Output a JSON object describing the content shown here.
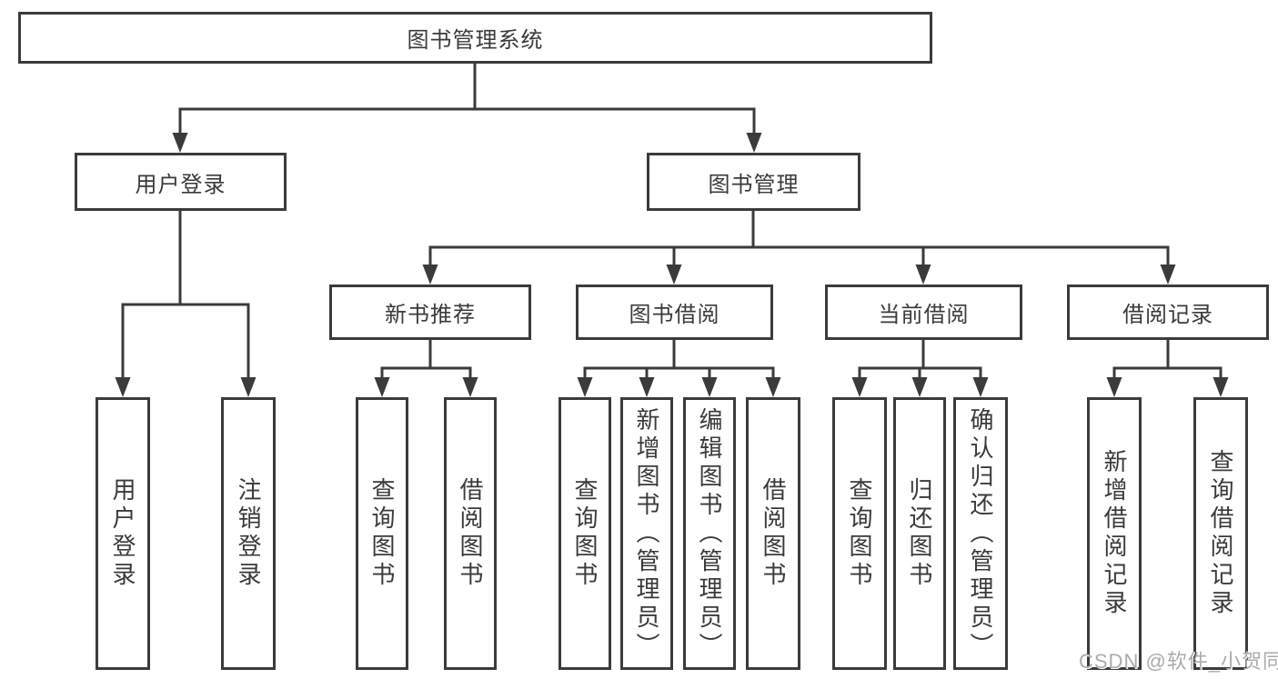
{
  "diagram_type": "hierarchy-tree",
  "colors": {
    "line": "#3b3b3b",
    "box_border": "#3b3b3b",
    "box_background": "#ffffff",
    "text": "#3a3a3a",
    "watermark": "#ababab",
    "background": "#ffffff"
  },
  "nodes": {
    "root": {
      "label": "图书管理系统"
    },
    "level2": [
      {
        "label": "用户登录"
      },
      {
        "label": "图书管理"
      }
    ],
    "level3": [
      {
        "label": "新书推荐",
        "parent": "图书管理"
      },
      {
        "label": "图书借阅",
        "parent": "图书管理"
      },
      {
        "label": "当前借阅",
        "parent": "图书管理"
      },
      {
        "label": "借阅记录",
        "parent": "图书管理"
      }
    ],
    "leaves": [
      {
        "label": "用户登录",
        "parent": "用户登录"
      },
      {
        "label": "注销登录",
        "parent": "用户登录"
      },
      {
        "label": "查询图书",
        "parent": "新书推荐"
      },
      {
        "label": "借阅图书",
        "parent": "新书推荐"
      },
      {
        "label": "查询图书",
        "parent": "图书借阅"
      },
      {
        "label": "新增图书（管理员）",
        "parent": "图书借阅"
      },
      {
        "label": "编辑图书（管理员）",
        "parent": "图书借阅"
      },
      {
        "label": "借阅图书",
        "parent": "图书借阅"
      },
      {
        "label": "查询图书",
        "parent": "当前借阅"
      },
      {
        "label": "归还图书",
        "parent": "当前借阅"
      },
      {
        "label": "确认归还（管理员）",
        "parent": "当前借阅"
      },
      {
        "label": "新增借阅记录",
        "parent": "借阅记录"
      },
      {
        "label": "查询借阅记录",
        "parent": "借阅记录"
      }
    ]
  },
  "watermark": {
    "text": "CSDN @软件_小贺同学"
  }
}
